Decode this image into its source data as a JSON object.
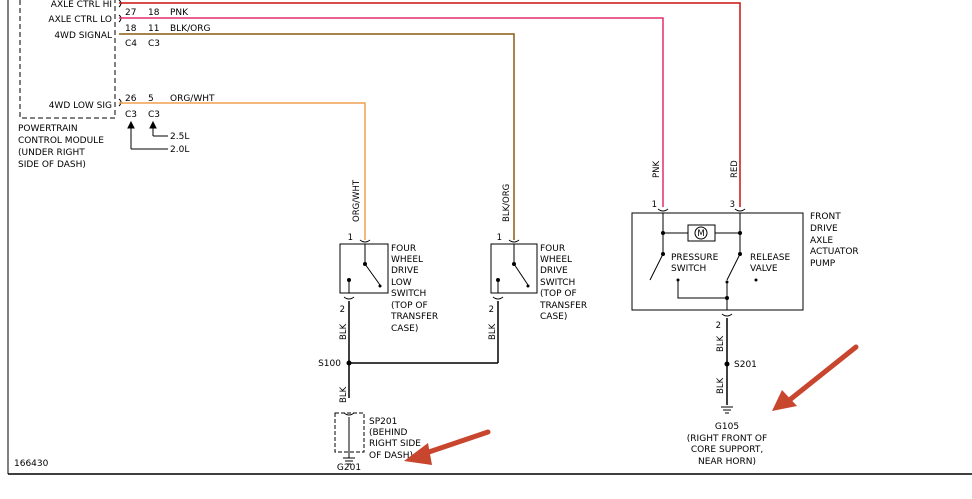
{
  "pcm": {
    "pins": [
      {
        "label": "AXLE CTRL HI",
        "c1": "27",
        "c2": "18",
        "wire": "PNK"
      },
      {
        "label": "AXLE CTRL LO",
        "c1": "18",
        "c2": "11",
        "wire": "BLK/ORG"
      },
      {
        "label": "4WD SIGNAL",
        "c1": "C4",
        "c2": "C3",
        "wire": ""
      },
      {
        "label": "4WD LOW SIG",
        "c1": "26",
        "c2": "5",
        "wire": "ORG/WHT"
      }
    ],
    "bottom_c1": "C3",
    "bottom_c2": "C3",
    "engine_25": "2.5L",
    "engine_20": "2.0L",
    "name": [
      "POWERTRAIN",
      "CONTROL MODULE",
      "(UNDER RIGHT",
      "SIDE OF DASH)"
    ]
  },
  "wires": {
    "orgwht": "ORG/WHT",
    "blkorg": "BLK/ORG",
    "pnk": "PNK",
    "red": "RED",
    "blk": "BLK"
  },
  "switch_low": {
    "pin_top": "1",
    "pin_bottom": "2",
    "label": [
      "FOUR",
      "WHEEL",
      "DRIVE",
      "LOW",
      "SWITCH",
      "(TOP OF",
      "TRANSFER",
      "CASE)"
    ]
  },
  "switch_4wd": {
    "pin_top": "1",
    "pin_bottom": "2",
    "label": [
      "FOUR",
      "WHEEL",
      "DRIVE",
      "SWITCH",
      "(TOP OF",
      "TRANSFER",
      "CASE)"
    ]
  },
  "pump": {
    "pin1": "1",
    "pin3": "3",
    "pin2": "2",
    "motor": "M",
    "pressure": [
      "PRESSURE",
      "SWITCH"
    ],
    "release": [
      "RELEASE",
      "VALVE"
    ],
    "label": [
      "FRONT",
      "DRIVE",
      "AXLE",
      "ACTUATOR",
      "PUMP"
    ]
  },
  "splices": {
    "s100": "S100",
    "s201": "S201"
  },
  "sp201": {
    "name": "SP201",
    "label": [
      "(BEHIND",
      "RIGHT SIDE",
      "OF DASH)"
    ],
    "ground": "G201"
  },
  "g105": {
    "name": "G105",
    "label": [
      "(RIGHT FRONT OF",
      "CORE SUPPORT,",
      "NEAR HORN)"
    ]
  },
  "figure_number": "166430",
  "colors": {
    "pnk": "#e0306a",
    "red": "#cc1111",
    "orgwht": "#f0a050",
    "blkorg": "#8a5a14",
    "arrow": "#c8452e"
  }
}
